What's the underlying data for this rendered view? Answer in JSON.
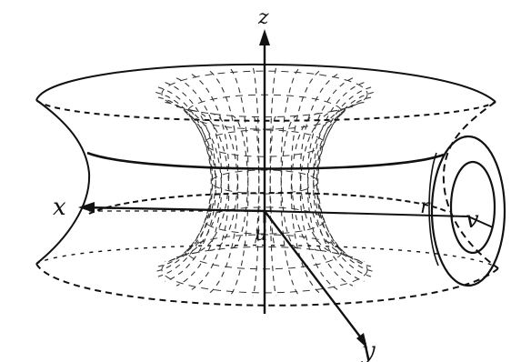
{
  "figure": {
    "labels": {
      "z": "z",
      "x": "x",
      "y": "y",
      "u": "u",
      "r": "r",
      "v": "v"
    },
    "colors": {
      "ink": "#111111",
      "mesh": "#333333",
      "background": "#ffffff"
    }
  }
}
